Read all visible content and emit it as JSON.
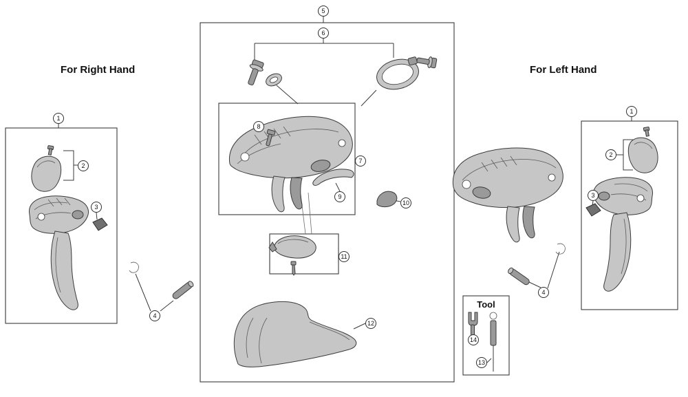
{
  "titles": {
    "right_hand": "For Right Hand",
    "left_hand": "For Left Hand"
  },
  "tool": {
    "label": "Tool"
  },
  "callouts": {
    "left_1": "1",
    "left_2": "2",
    "left_3": "3",
    "left_4": "4",
    "center_5": "5",
    "center_6": "6",
    "center_7": "7",
    "center_8": "8",
    "center_9": "9",
    "center_10": "10",
    "center_11": "11",
    "center_12": "12",
    "right_1": "1",
    "right_2": "2",
    "right_3": "3",
    "right_4": "4",
    "tool_13": "13",
    "tool_14": "14"
  },
  "colors": {
    "outline": "#3a3a3a",
    "part_fill": "#c6c6c6",
    "part_fill_dark": "#9a9a9a",
    "background": "#ffffff"
  }
}
